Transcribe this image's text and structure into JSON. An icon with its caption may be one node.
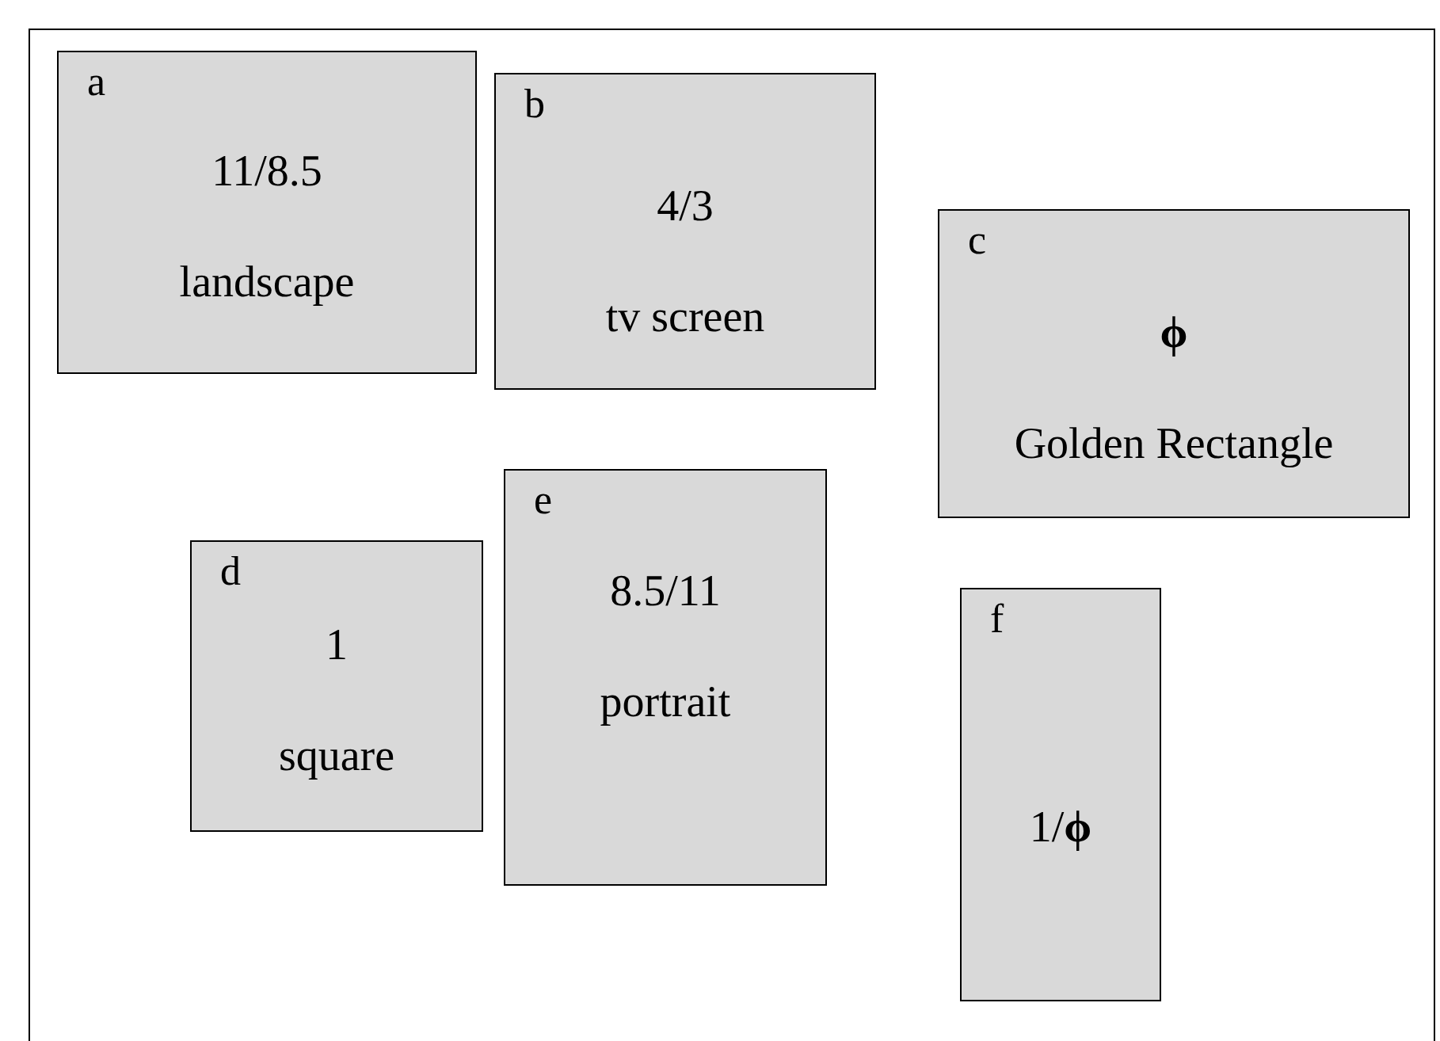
{
  "diagram": {
    "nodes": [
      {
        "text": [
          "a",
          "11/8.5",
          "landscape"
        ]
      },
      {
        "text": [
          "b",
          "4/3",
          "tv screen"
        ]
      },
      {
        "text": [
          "c",
          "ϕ",
          "Golden Rectangle"
        ]
      },
      {
        "text": [
          "d",
          "1",
          "square"
        ]
      },
      {
        "text": [
          "e",
          "8.5/11",
          "portrait"
        ]
      },
      {
        "text": [
          "f",
          "1/**ϕ**"
        ]
      }
    ],
    "edges": []
  }
}
